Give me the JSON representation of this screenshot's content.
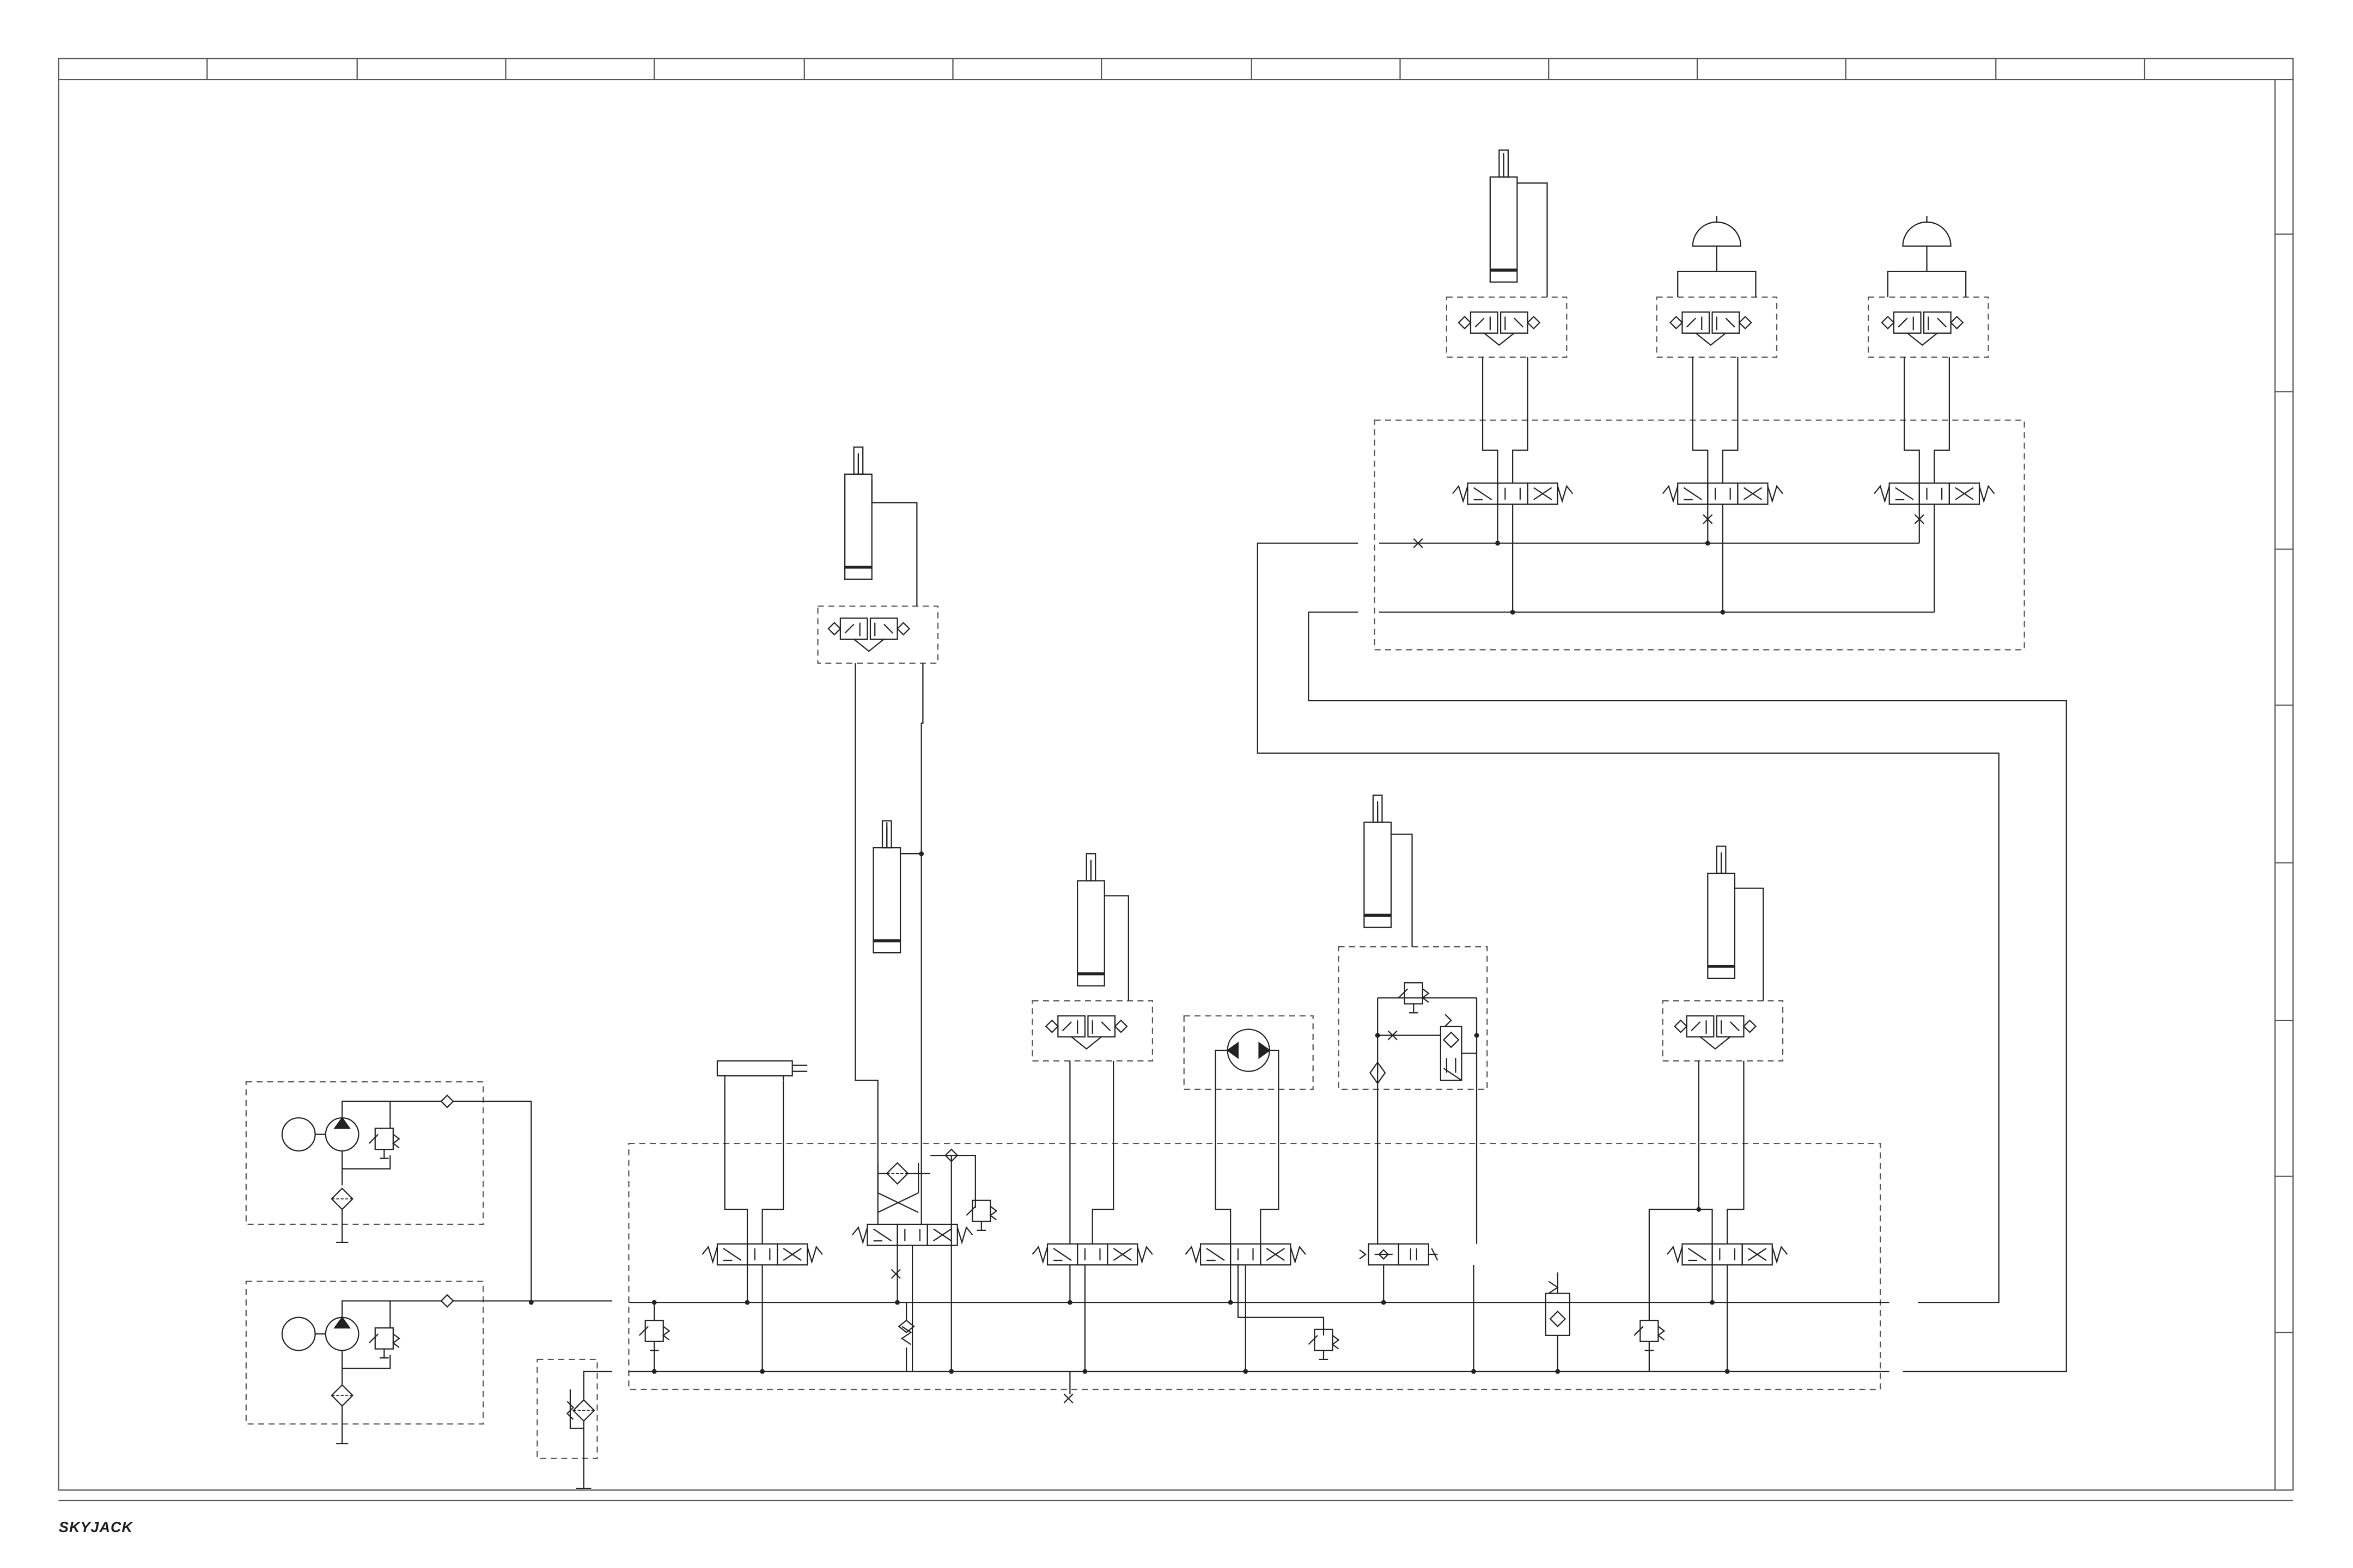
{
  "brand": {
    "logo_text": "SKYJACK"
  },
  "colors": {
    "line": "#222222",
    "frame": "#555555",
    "dashed": "#555555",
    "background": "#ffffff"
  },
  "title_block": {
    "top_cells": 15,
    "right_cells": 8
  },
  "circuit": {
    "pump_units": 2,
    "main_valve_sections": 7,
    "upper_valve_sections": 3,
    "cylinders": 7,
    "accumulators": 2,
    "motors": 1
  }
}
